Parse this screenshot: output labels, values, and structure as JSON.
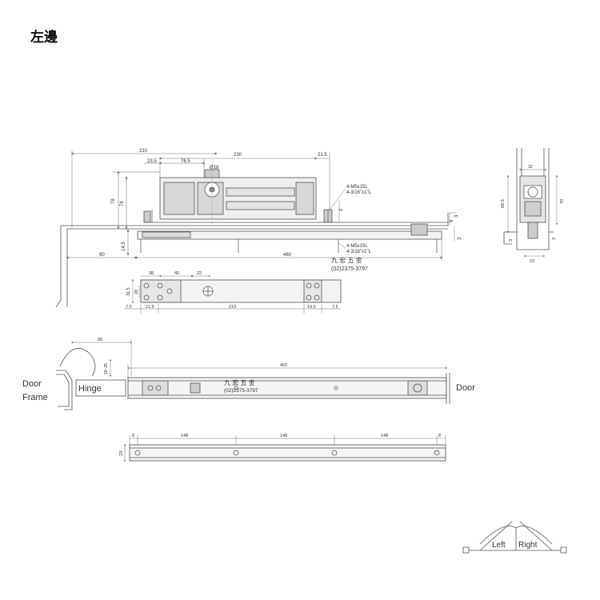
{
  "page_title": "左邊",
  "colors": {
    "line": "#555555",
    "dim": "#777777",
    "text": "#333333",
    "fill": "#d8d8d8"
  },
  "top_view": {
    "dims": {
      "overall_width": "210",
      "body_width": "230",
      "right_offset": "21.5",
      "inner_a": "23.5",
      "inner_b": "76.5",
      "shaft_dia": "Ø18",
      "height_79": "79",
      "height_74": "74",
      "left_90": "90",
      "track_460": "460",
      "h_14_5": "14.5",
      "small_3a": "3",
      "small_9": "9",
      "small_3b": "3",
      "small_2": "2"
    },
    "screw_upper": [
      "4-M5x15L",
      "4-3/16\"x1\"L"
    ],
    "screw_lower": [
      "4-M5x15L",
      "4-3/16\"x1\"L"
    ],
    "company": "九 宏 五 金",
    "phone": "(02)2375-3797"
  },
  "plate_view": {
    "dims": {
      "d38": "38",
      "d40": "40",
      "d22": "22",
      "h31_5": "31.5",
      "h20": "20",
      "d7_5a": "7.5",
      "d21_5": "21.5",
      "d219": "219",
      "d19_5": "19.5",
      "d7_5b": "7.5"
    }
  },
  "side_view": {
    "dims": {
      "w32": "32",
      "h69_3": "69.3",
      "h70": "70",
      "w23": "23",
      "s3a": "3",
      "s3b": "3"
    }
  },
  "install_view": {
    "labels": {
      "door_frame_1": "Door",
      "door_frame_2": "Frame",
      "hinge": "Hinge",
      "door": "Door"
    },
    "dims": {
      "d90": "90",
      "d19_25": "19~25",
      "d460": "460"
    },
    "company": "九 宏 五 金",
    "phone": "(02)2375-3797"
  },
  "track_view": {
    "dims": {
      "end_a": "8",
      "seg1": "148",
      "seg2": "148",
      "seg3": "148",
      "end_b": "8",
      "h23": "23"
    }
  },
  "swing": {
    "left": "Left",
    "right": "Right"
  }
}
